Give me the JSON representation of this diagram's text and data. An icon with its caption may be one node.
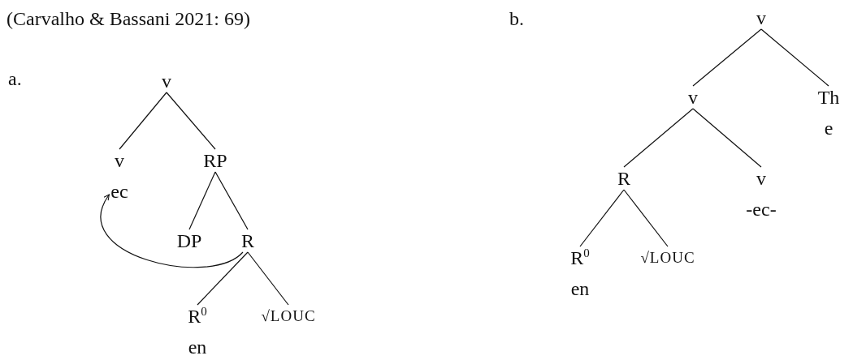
{
  "diagram": {
    "nodes": [
      {
        "text": [
          "v"
        ]
      },
      {
        "text": [
          "v",
          "ec"
        ]
      },
      {
        "text": [
          "RP"
        ]
      },
      {
        "text": [
          "DP"
        ]
      },
      {
        "text": [
          "R"
        ]
      },
      {
        "text": [
          "R$^{0}$",
          "en"
        ]
      },
      {
        "text": [
          "√LOUC"
        ]
      },
      {
        "text": [
          "v"
        ]
      },
      {
        "text": [
          "v"
        ]
      },
      {
        "text": [
          "Th",
          "e"
        ]
      },
      {
        "text": [
          "R"
        ]
      },
      {
        "text": [
          "v",
          "-ec-"
        ]
      },
      {
        "text": [
          "R$^{0}$",
          "en"
        ]
      },
      {
        "text": [
          "√LOUC"
        ]
      }
    ],
    "edges": [
      {
        "from": 0,
        "to": 1,
        "arrow": "none"
      },
      {
        "from": 0,
        "to": 2,
        "arrow": "none"
      },
      {
        "from": 2,
        "to": 3,
        "arrow": "none"
      },
      {
        "from": 2,
        "to": 4,
        "arrow": "none"
      },
      {
        "from": 4,
        "to": 5,
        "arrow": "none"
      },
      {
        "from": 4,
        "to": 6,
        "arrow": "none"
      },
      {
        "from": 4,
        "to": 1,
        "arrow": "to"
      },
      {
        "from": 7,
        "to": 8,
        "arrow": "none"
      },
      {
        "from": 7,
        "to": 9,
        "arrow": "none"
      },
      {
        "from": 8,
        "to": 10,
        "arrow": "none"
      },
      {
        "from": 8,
        "to": 11,
        "arrow": "none"
      },
      {
        "from": 10,
        "to": 12,
        "arrow": "none"
      },
      {
        "from": 10,
        "to": 13,
        "arrow": "none"
      }
    ],
    "labels": [
      "(Carvalho & Bassani 2021: 69)",
      "a.",
      "b."
    ]
  }
}
